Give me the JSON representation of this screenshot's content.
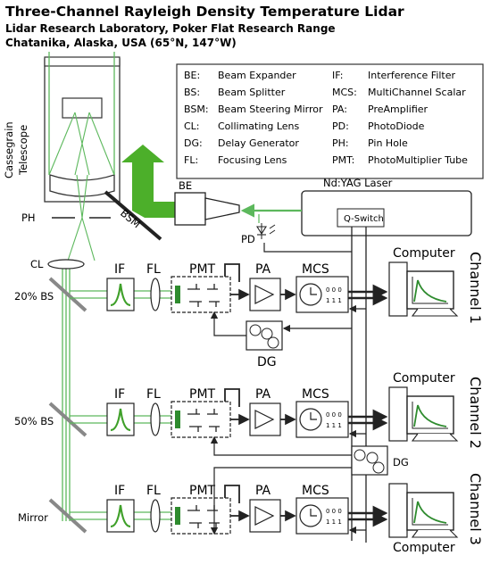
{
  "header": {
    "title": "Three-Channel Rayleigh Density Temperature Lidar",
    "line1": "Lidar Research Laboratory, Poker Flat Research Range",
    "line2": "Chatanika, Alaska, USA (65°N, 147°W)"
  },
  "legend": {
    "left": [
      {
        "abbr": "BE:",
        "text": "Beam Expander"
      },
      {
        "abbr": "BS:",
        "text": "Beam Splitter"
      },
      {
        "abbr": "BSM:",
        "text": "Beam Steering Mirror"
      },
      {
        "abbr": "CL:",
        "text": "Collimating Lens"
      },
      {
        "abbr": "DG:",
        "text": "Delay Generator"
      },
      {
        "abbr": "FL:",
        "text": "Focusing Lens"
      }
    ],
    "right": [
      {
        "abbr": "IF:",
        "text": "Interference Filter"
      },
      {
        "abbr": "MCS:",
        "text": "MultiChannel Scalar"
      },
      {
        "abbr": "PA:",
        "text": "PreAmplifier"
      },
      {
        "abbr": "PD:",
        "text": "PhotoDiode"
      },
      {
        "abbr": "PH:",
        "text": "Pin Hole"
      },
      {
        "abbr": "PMT:",
        "text": "PhotoMultiplier Tube"
      }
    ]
  },
  "labels": {
    "telescope_line1": "Cassegrain",
    "telescope_line2": "Telescope",
    "ph": "PH",
    "cl": "CL",
    "bsm": "BSM",
    "be": "BE",
    "pd": "PD",
    "laser": "Nd:YAG Laser",
    "qswitch": "Q-Switch",
    "dg": "DG",
    "if": "IF",
    "fl": "FL",
    "pmt": "PMT",
    "pa": "PA",
    "mcs": "MCS",
    "computer": "Computer",
    "mcs_digits": "0 0 0",
    "mcs_bits": "1 1 1",
    "splitters": [
      "20% BS",
      "50% BS",
      "Mirror"
    ],
    "channels": [
      "Channel 1",
      "Channel 2",
      "Channel 3"
    ]
  },
  "colors": {
    "laser_beam": "#5cb85c",
    "beam_arrow": "#4caf2a",
    "detector": "#2e8b2e",
    "outline": "#222222"
  }
}
